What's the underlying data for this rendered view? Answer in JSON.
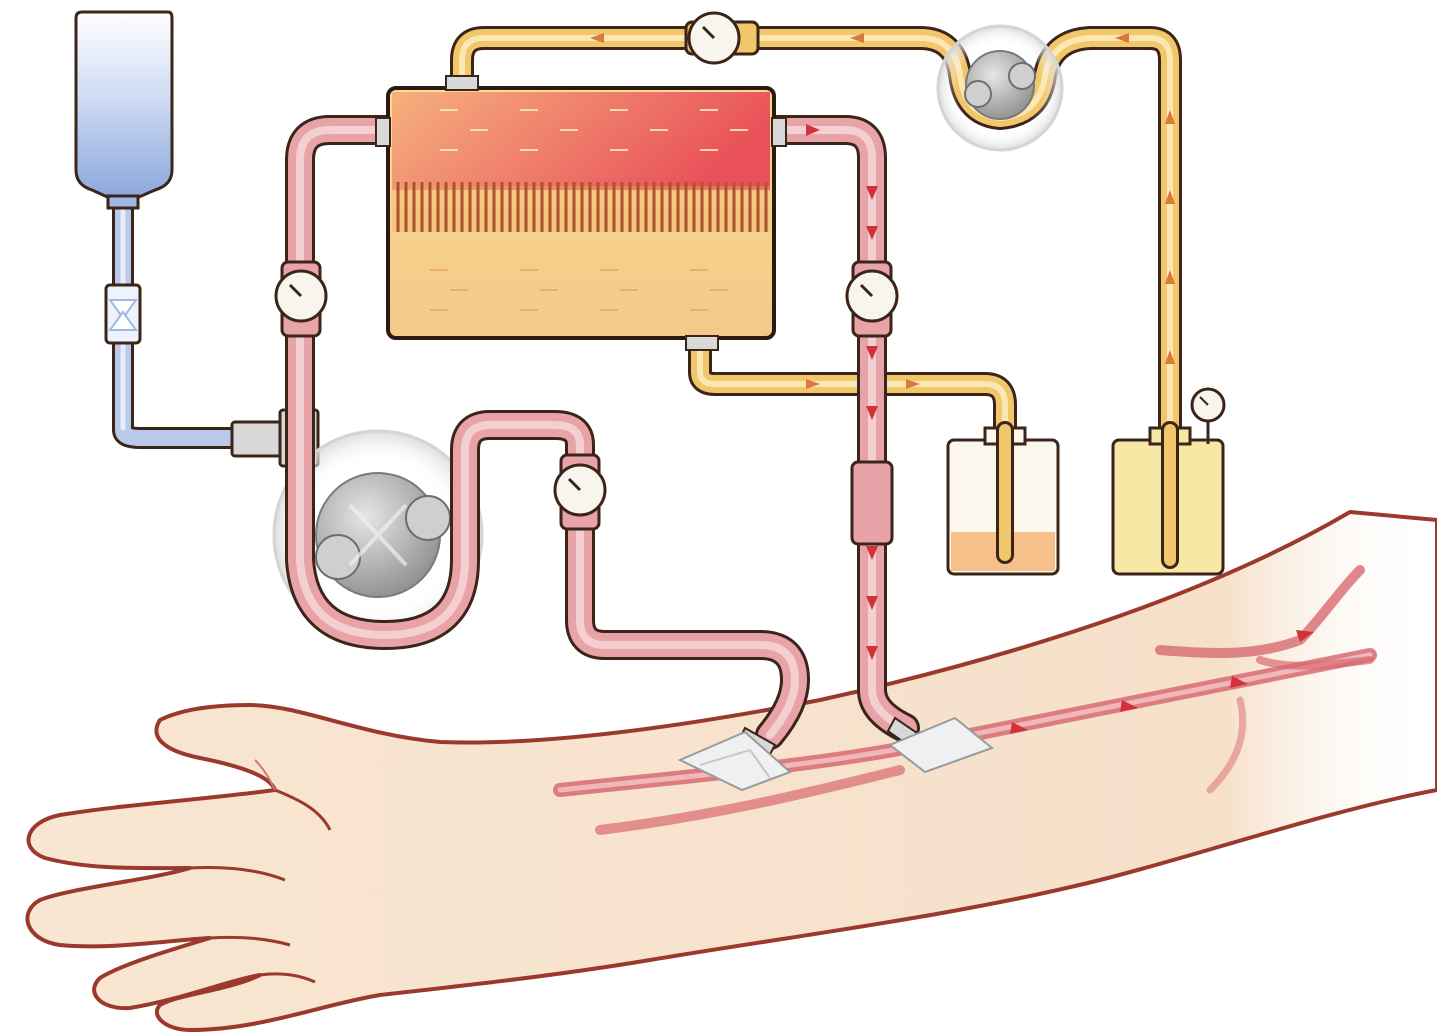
{
  "diagram": {
    "labels": [],
    "colors": {
      "background": "#ffffff",
      "outline": "#3b2418",
      "blood_tube": "#e8a3a8",
      "blood_core": "#f3cfd1",
      "blood_arrow": "#d2333b",
      "dialysate_tube": "#f2c66b",
      "dialysate_core": "#fbe7b3",
      "saline_fill": "#9fb8e6",
      "saline_tube": "#b9c9ea",
      "skin": "#f6e2cc",
      "skin_outline": "#9b3a2c",
      "vein": "#d76a71",
      "gauge_face": "#f8f4ee",
      "pump_rotor": "#b8b8b8",
      "dialyzer_top": "#ef6c5c",
      "dialyzer_bottom": "#f7d89a",
      "waste_fluid": "#f5c089",
      "fresh_fluid": "#f8e8a6",
      "tape": "#eef0f2"
    },
    "components": [
      {
        "id": "saline-bag",
        "name": "saline-bag"
      },
      {
        "id": "drip-chamber",
        "name": "drip-chamber"
      },
      {
        "id": "t-connector",
        "name": "t-connector"
      },
      {
        "id": "blood-pump",
        "name": "blood-pump"
      },
      {
        "id": "dialyzer",
        "name": "dialyzer"
      },
      {
        "id": "dialysate-pump",
        "name": "dialysate-pump"
      },
      {
        "id": "waste-container",
        "name": "used-dialysate-container"
      },
      {
        "id": "fresh-container",
        "name": "fresh-dialysate-container"
      },
      {
        "id": "arm",
        "name": "forearm"
      }
    ],
    "icons": [
      "pressure-gauge-icon",
      "flow-arrow-icon",
      "roller-pump-icon"
    ]
  }
}
